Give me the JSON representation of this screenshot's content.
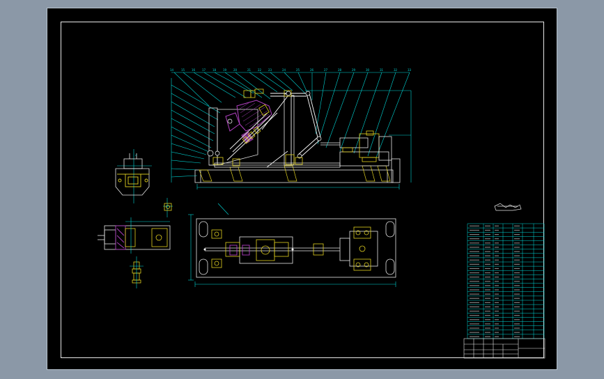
{
  "drawing": {
    "title_block": {
      "label_top": "",
      "label_bottom": ""
    },
    "colors": {
      "background": "#000000",
      "viewport": "#8b98a7",
      "outline": "#e8e8e8",
      "dimension": "#00d8d8",
      "section": "#b040c0",
      "fastener": "#e0d020",
      "link": "#ffffff"
    },
    "views": [
      "front-view",
      "top-view",
      "side-detail-view",
      "clamp-detail-view"
    ]
  }
}
